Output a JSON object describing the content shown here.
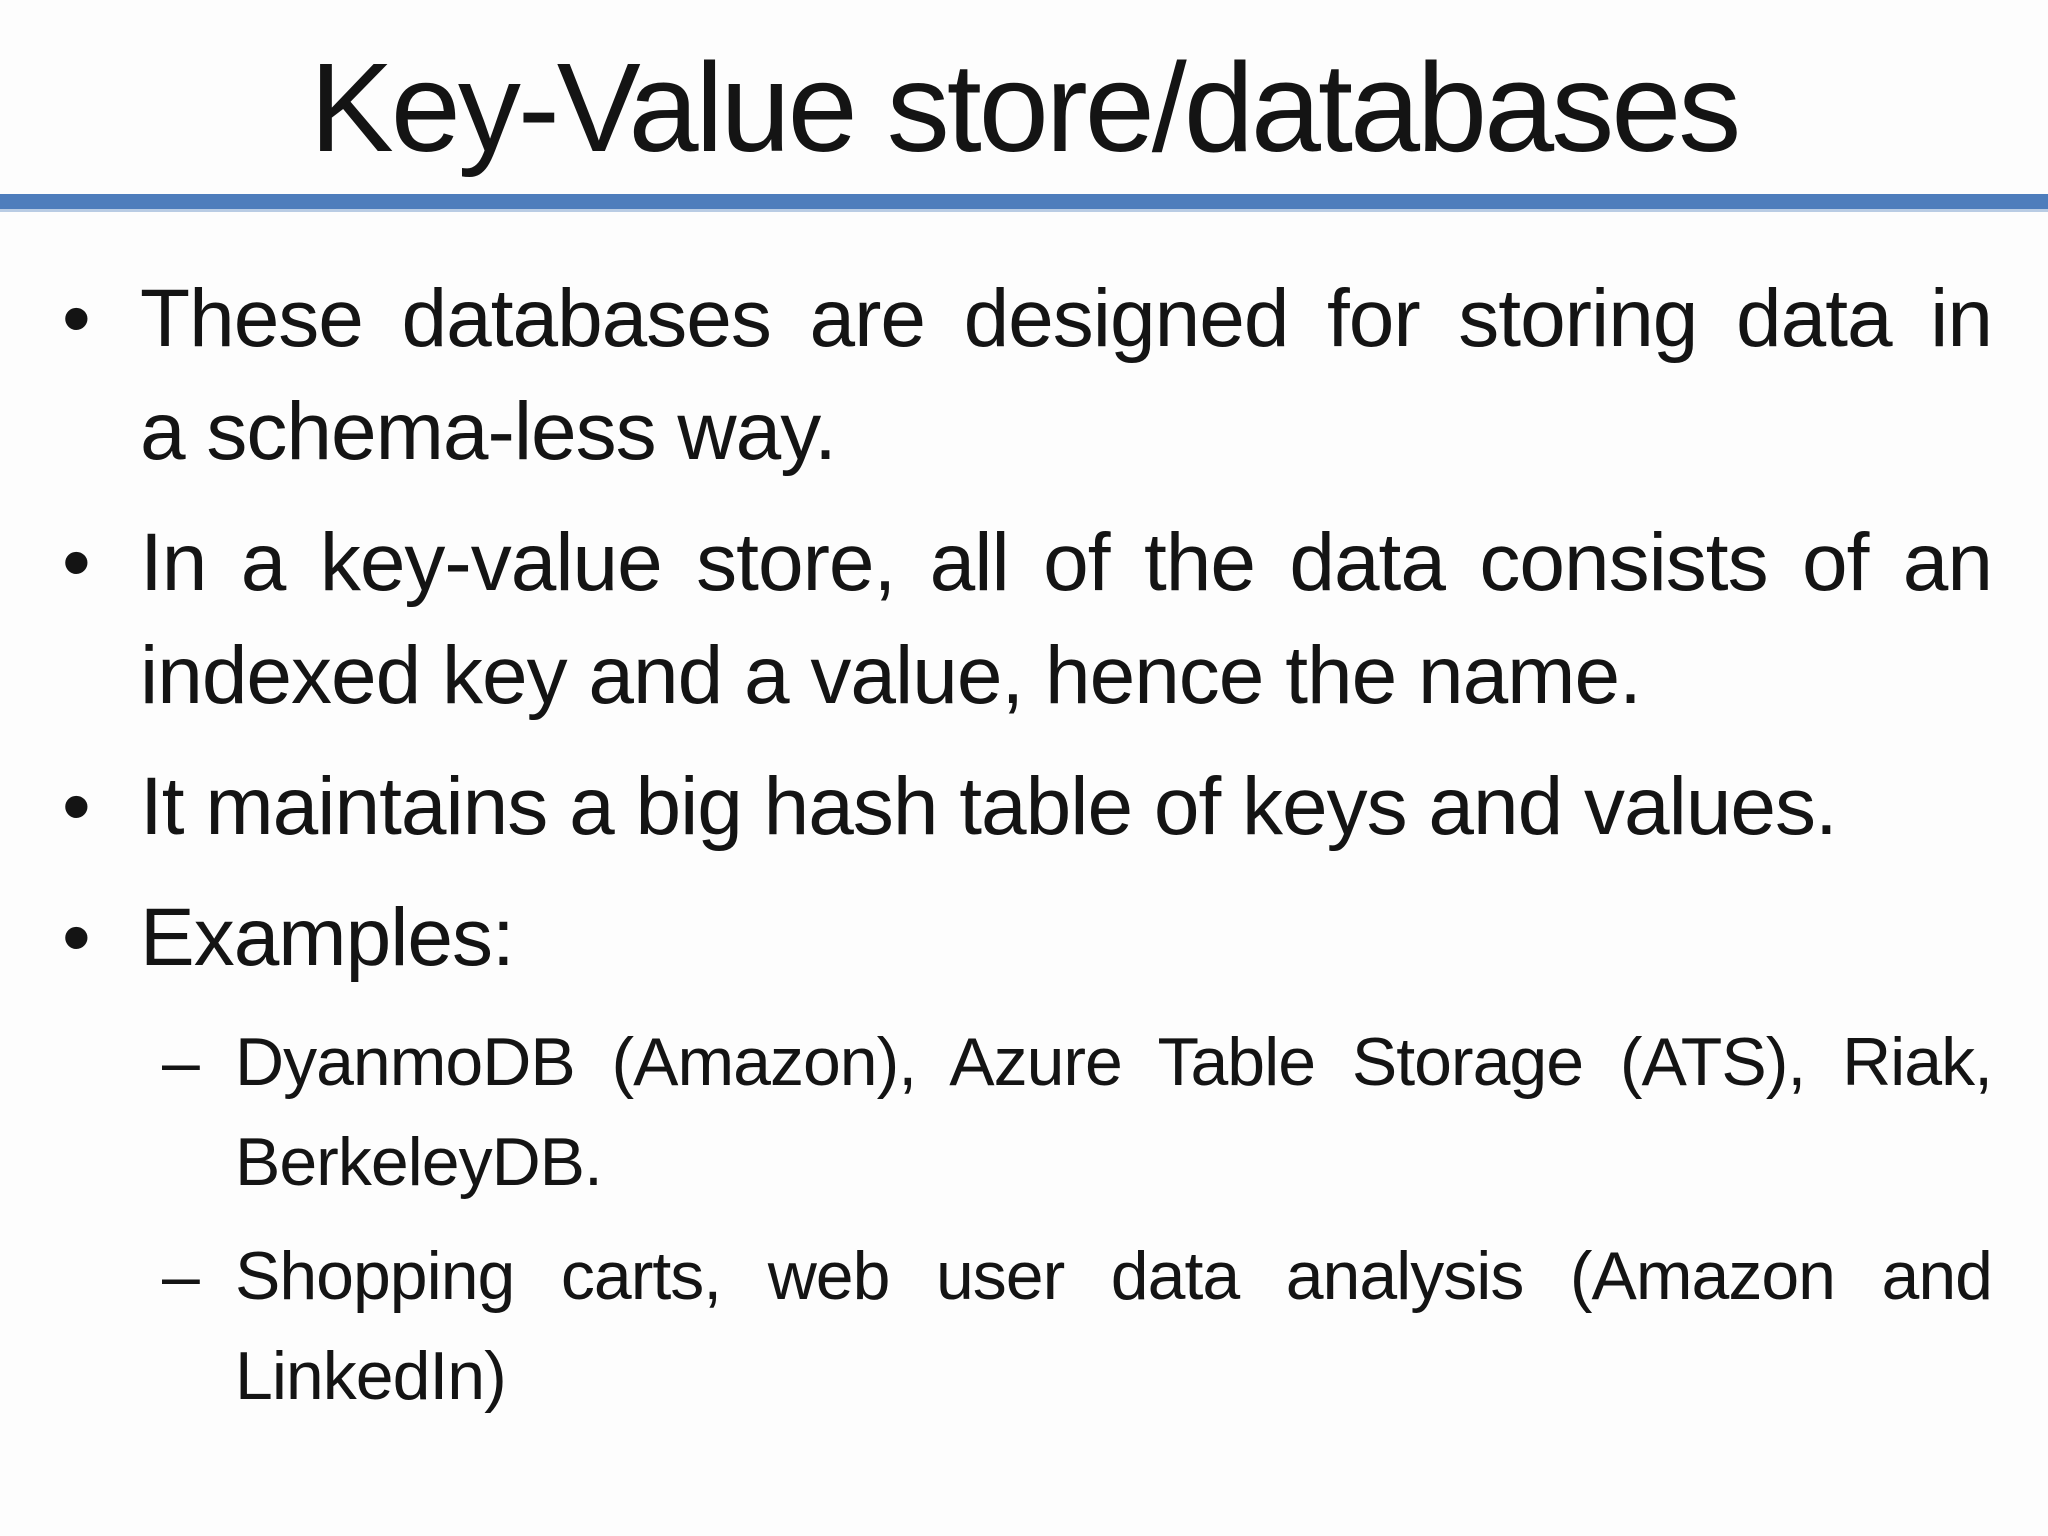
{
  "slide": {
    "title": "Key-Value store/databases",
    "colors": {
      "accent_bar": "#4e7dbc",
      "accent_bar_edge": "#b9cce4",
      "text": "#141414",
      "background": "#fdfdfd"
    },
    "bullets": [
      {
        "level": 1,
        "marker": "•",
        "lines": [
          {
            "text": "These databases are designed for storing data in",
            "justified": true
          },
          {
            "text": "a schema-less way.",
            "justified": false
          }
        ]
      },
      {
        "level": 1,
        "marker": "•",
        "lines": [
          {
            "text": "In a key-value store, all of the data consists of an",
            "justified": true
          },
          {
            "text": "indexed key and a value, hence the name.",
            "justified": false
          }
        ]
      },
      {
        "level": 1,
        "marker": "•",
        "lines": [
          {
            "text": "It maintains a big hash table of keys and values.",
            "justified": false
          }
        ]
      },
      {
        "level": 1,
        "marker": "•",
        "lines": [
          {
            "text": "Examples:",
            "justified": false
          }
        ]
      },
      {
        "level": 2,
        "marker": "–",
        "lines": [
          {
            "text": "DyanmoDB (Amazon), Azure Table Storage (ATS), Riak,",
            "justified": true
          },
          {
            "text": "BerkeleyDB.",
            "justified": false
          }
        ]
      },
      {
        "level": 2,
        "marker": "–",
        "lines": [
          {
            "text": "Shopping carts, web user data analysis (Amazon and",
            "justified": true
          },
          {
            "text": "LinkedIn)",
            "justified": false
          }
        ]
      }
    ]
  }
}
